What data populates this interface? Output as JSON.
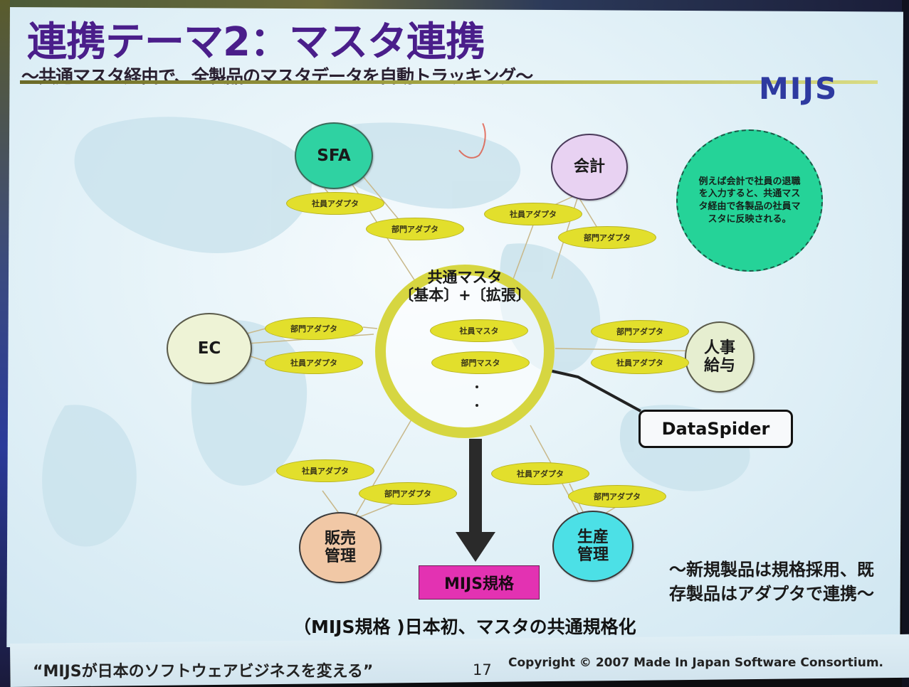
{
  "slide": {
    "title": "連携テーマ2：マスタ連携",
    "subtitle": "～共通マスタ経由で、全製品のマスタデータを自動トラッキング～",
    "brand": "MIJS",
    "center": {
      "title": "共通マスタ\n〔基本〕+〔拡張〕",
      "items": [
        "社員マスタ",
        "部門マスタ"
      ]
    },
    "systems": {
      "sfa": "SFA",
      "kaikei": "会計",
      "ec": "EC",
      "jinji": "人事\n給与",
      "hanbai": "販売\n管理",
      "seisan": "生産\n管理"
    },
    "adapters": {
      "shain": "社員アダプタ",
      "bumon": "部門アダプタ"
    },
    "callout": "例えば会計で社員の退職を入力すると、共通マスタ経由で各製品の社員マスタに反映される。",
    "dataspider": "DataSpider",
    "mijs_standard": "MIJS規格",
    "conclusion": "（MIJS規格 )日本初、マスタの共通規格化",
    "note": "～新規製品は規格採用、既\n存製品はアダプタで連携～",
    "footer": {
      "slogan": "“MIJSが日本のソフトウェアビジネスを変える”",
      "page": "17",
      "copyright": "Copyright © 2007 Made In Japan Software Consortium."
    },
    "colors": {
      "title": "#4a1e8a",
      "brand": "#2e3aa0",
      "sfa": "#2fd2a2",
      "kaikei": "#e8d2f2",
      "ec": "#eef3d6",
      "jinji": "#e6eed0",
      "hanbai": "#f1c8a6",
      "seisan": "#4ce0e6",
      "adapter": "#e2df2c",
      "callout": "#25d398",
      "mijs_box": "#e332b2"
    }
  }
}
